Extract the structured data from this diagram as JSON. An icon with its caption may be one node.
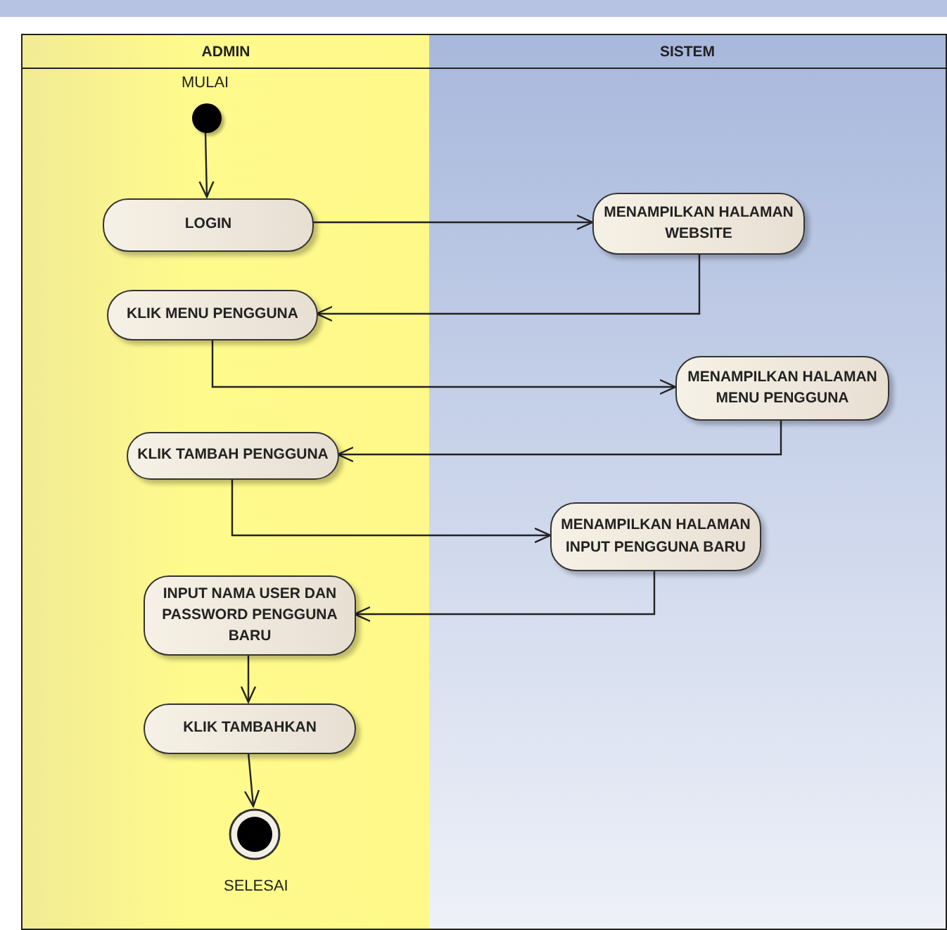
{
  "diagram": {
    "nodes": [
      {
        "text": [
          "ADMIN"
        ]
      },
      {
        "text": [
          "SISTEM"
        ]
      },
      {
        "text": [],
        "shape": "circle",
        "beside": [
          "MULAI"
        ],
        "in": 0
      },
      {
        "text": [
          "LOGIN"
        ],
        "in": 0
      },
      {
        "text": [
          "MENAMPILKAN HALAMAN WEBSITE"
        ],
        "in": 1
      },
      {
        "text": [
          "KLIK MENU PENGGUNA"
        ],
        "in": 0
      },
      {
        "text": [
          "MENAMPILKAN HALAMAN MENU PENGGUNA"
        ],
        "in": 1
      },
      {
        "text": [
          "KLIK TAMBAH PENGGUNA"
        ],
        "in": 0
      },
      {
        "text": [
          "MENAMPILKAN HALAMAN INPUT PENGGUNA BARU"
        ],
        "in": 1
      },
      {
        "text": [
          "INPUT NAMA USER DAN PASSWORD PENGGUNA BARU"
        ],
        "in": 0
      },
      {
        "text": [
          "KLIK TAMBAHKAN"
        ],
        "in": 0
      },
      {
        "text": [],
        "shape": "bullseye",
        "beside": [
          "SELESAI"
        ],
        "in": 0
      }
    ],
    "edges": [
      {
        "from": 2,
        "to": 3,
        "arrow": "to"
      },
      {
        "from": 3,
        "to": 4,
        "arrow": "to"
      },
      {
        "from": 4,
        "to": 5,
        "arrow": "to"
      },
      {
        "from": 5,
        "to": 6,
        "arrow": "to"
      },
      {
        "from": 6,
        "to": 7,
        "arrow": "to"
      },
      {
        "from": 7,
        "to": 8,
        "arrow": "to"
      },
      {
        "from": 8,
        "to": 9,
        "arrow": "to"
      },
      {
        "from": 9,
        "to": 10,
        "arrow": "to"
      },
      {
        "from": 10,
        "to": 11,
        "arrow": "to"
      }
    ]
  }
}
